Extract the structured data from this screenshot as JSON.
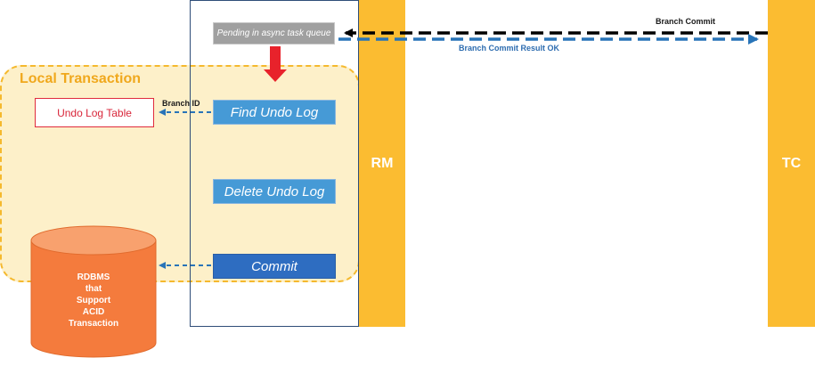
{
  "local_transaction": {
    "label": "Local Transaction"
  },
  "participants": {
    "rm": "RM",
    "tc": "TC"
  },
  "pending_box": {
    "label": "Pending in async task queue"
  },
  "steps": {
    "find_undo_log": "Find Undo Log",
    "delete_undo_log": "Delete Undo Log",
    "commit": "Commit"
  },
  "undo_log_table": {
    "label": "Undo Log Table"
  },
  "database": {
    "label": "RDBMS\nthat\nSupport\nACID\nTransaction"
  },
  "arrows": {
    "branch_id": "Branch ID",
    "branch_commit": "Branch Commit",
    "branch_commit_result": "Branch Commit Result OK"
  },
  "colors": {
    "yellow": "#fbbc31",
    "blue": "#2e6dc1",
    "orange": "#f47b3d",
    "red": "#e8222b",
    "dashed_blue": "#2874b8"
  }
}
